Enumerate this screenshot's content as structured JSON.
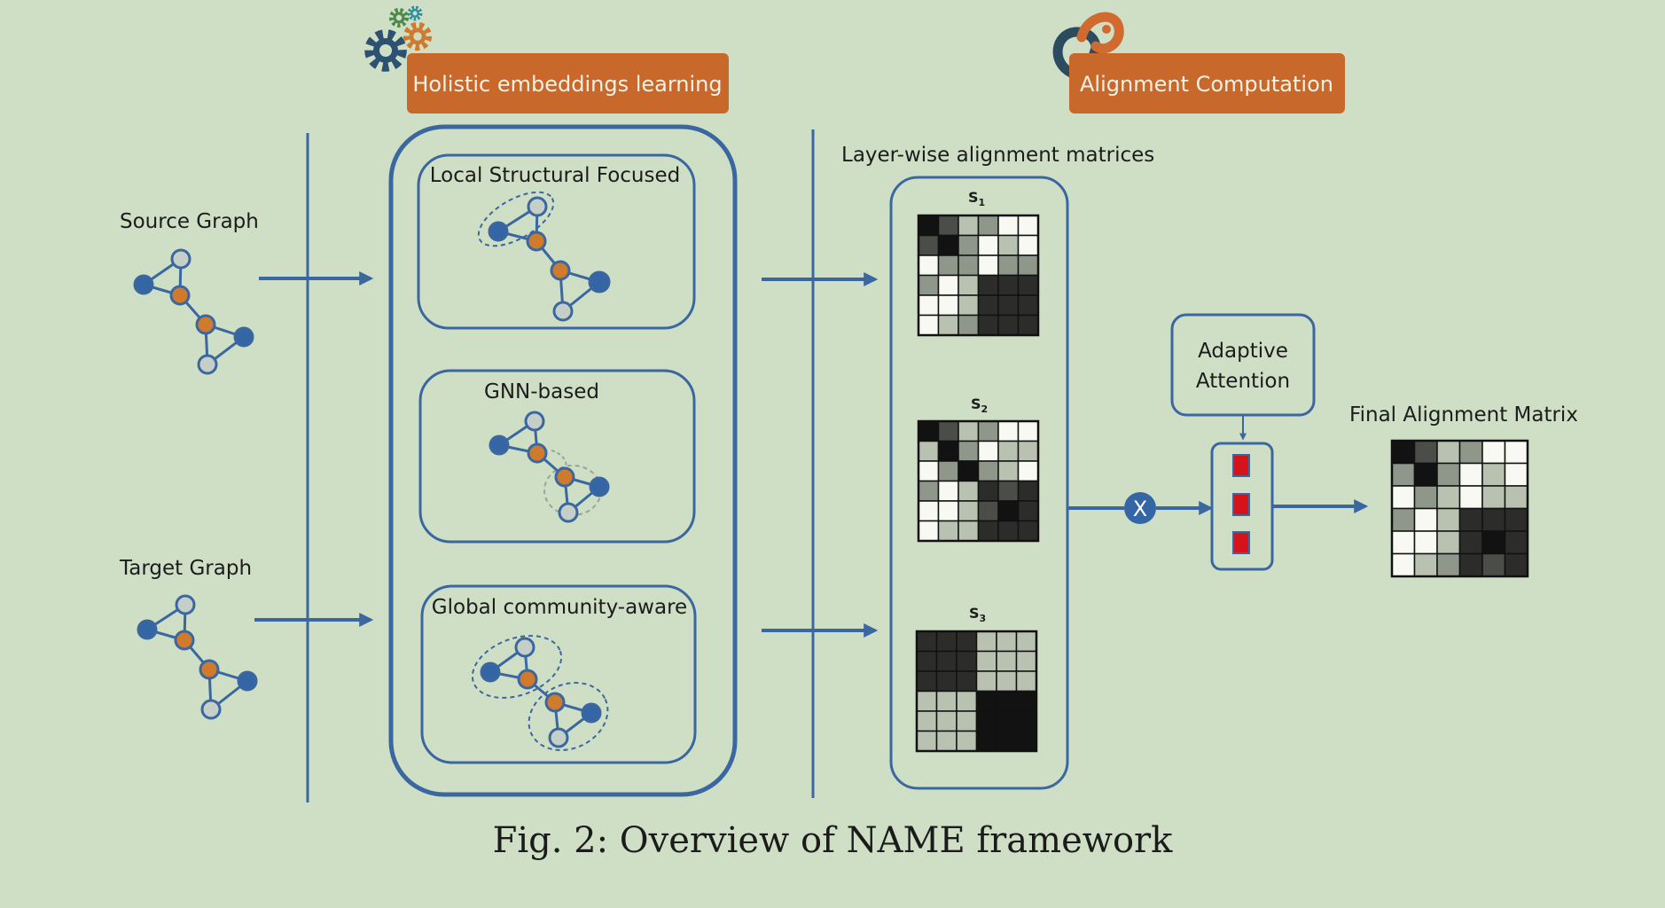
{
  "headers": {
    "embedding": "Holistic embeddings learning",
    "alignment": "Alignment Computation"
  },
  "graphs": {
    "source": "Source Graph",
    "target": "Target Graph"
  },
  "modules": {
    "local": "Local Structural Focused",
    "gnn": "GNN-based",
    "global": "Global community-aware"
  },
  "matrices": {
    "section_title": "Layer-wise alignment matrices",
    "s1": {
      "name": "S",
      "sub": "1"
    },
    "s2": {
      "name": "S",
      "sub": "2"
    },
    "s3": {
      "name": "S",
      "sub": "3"
    },
    "final_title": "Final Alignment Matrix"
  },
  "attention": {
    "line1": "Adaptive",
    "line2": "Attention",
    "multiply_symbol": "X"
  },
  "caption": "Fig. 2: Overview of NAME framework",
  "colors": {
    "background": "#cfdfc5",
    "accent_orange": "#c8682a",
    "frame_blue": "#3b67a0",
    "node_blue": "#3465a4",
    "node_orange": "#d07a2e",
    "node_gray": "#c5cfc8",
    "attention_red": "#d6121b"
  },
  "matrix_cells": {
    "s1": [
      [
        5,
        3,
        1,
        2,
        0,
        0
      ],
      [
        3,
        5,
        2,
        0,
        1,
        0
      ],
      [
        0,
        2,
        2,
        0,
        2,
        2
      ],
      [
        2,
        0,
        1,
        4,
        4,
        4
      ],
      [
        0,
        0,
        1,
        4,
        4,
        4
      ],
      [
        0,
        1,
        2,
        4,
        4,
        4
      ]
    ],
    "s2": [
      [
        5,
        3,
        1,
        2,
        0,
        0
      ],
      [
        1,
        5,
        2,
        0,
        1,
        1
      ],
      [
        0,
        2,
        5,
        2,
        1,
        0
      ],
      [
        2,
        0,
        1,
        4,
        3,
        4
      ],
      [
        0,
        0,
        1,
        3,
        5,
        4
      ],
      [
        0,
        1,
        1,
        4,
        4,
        4
      ]
    ],
    "s3": [
      [
        4,
        4,
        4,
        1,
        1,
        1
      ],
      [
        4,
        4,
        4,
        1,
        1,
        1
      ],
      [
        4,
        4,
        4,
        1,
        1,
        1
      ],
      [
        1,
        1,
        1,
        5,
        5,
        5
      ],
      [
        1,
        1,
        1,
        5,
        5,
        5
      ],
      [
        1,
        1,
        1,
        5,
        5,
        5
      ]
    ],
    "final": [
      [
        5,
        3,
        1,
        2,
        0,
        0
      ],
      [
        2,
        5,
        2,
        0,
        1,
        0
      ],
      [
        0,
        2,
        1,
        0,
        1,
        1
      ],
      [
        2,
        0,
        1,
        4,
        4,
        4
      ],
      [
        0,
        0,
        1,
        4,
        5,
        4
      ],
      [
        0,
        1,
        2,
        4,
        3,
        4
      ]
    ]
  }
}
